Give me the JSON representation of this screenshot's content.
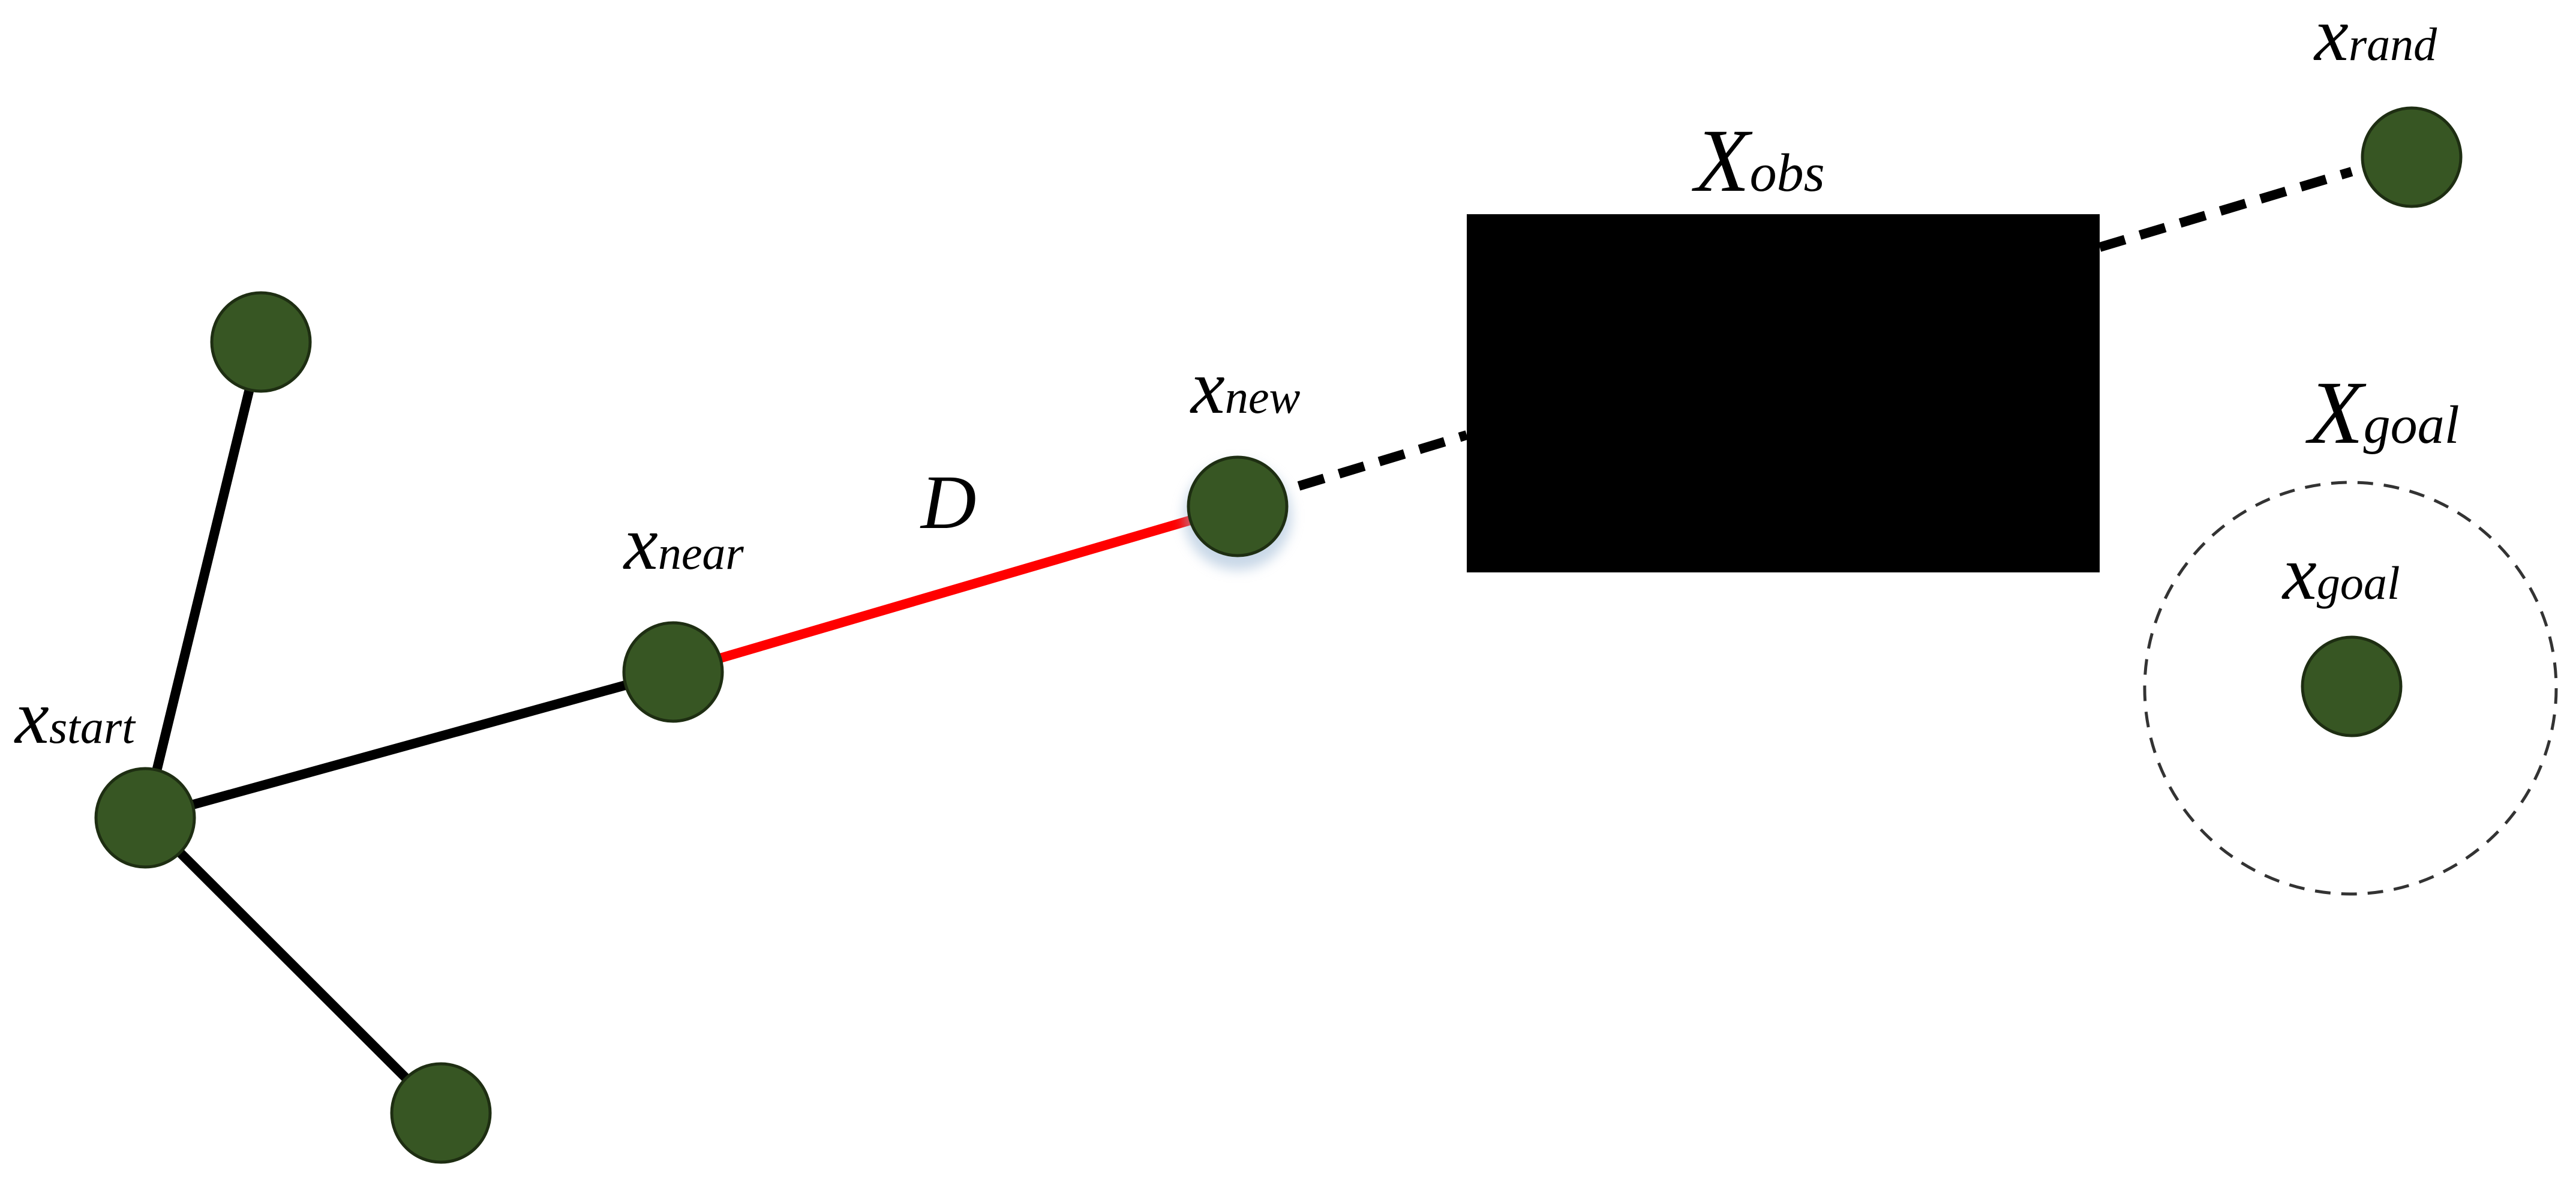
{
  "colors": {
    "node_fill": "#375623",
    "node_stroke": "#1e2e12",
    "edge": "#000000",
    "step_edge": "#ff0000",
    "obstacle": "#000000",
    "goal_region_stroke": "#333333"
  },
  "labels": {
    "x_start": {
      "main": "x",
      "sub": "start"
    },
    "x_near": {
      "main": "x",
      "sub": "near"
    },
    "x_new": {
      "main": "x",
      "sub": "new"
    },
    "x_rand": {
      "main": "x",
      "sub": "rand"
    },
    "x_goal": {
      "main": "x",
      "sub": "goal"
    },
    "X_obs": {
      "main": "X",
      "sub": "obs"
    },
    "X_goal": {
      "main": "X",
      "sub": "goal"
    },
    "D": "D"
  }
}
